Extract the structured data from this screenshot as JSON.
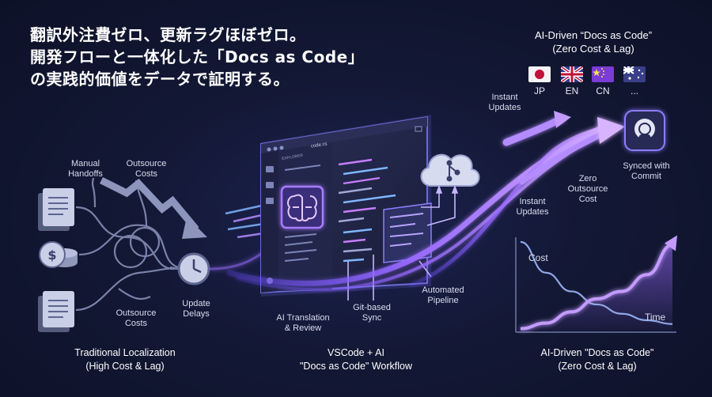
{
  "headline": {
    "line1": "翻訳外注費ゼロ、更新ラグほぼゼロ。",
    "line2": "開発フローと一体化した「Docs as Code」",
    "line3": "の実践的価値をデータで証明する。"
  },
  "left": {
    "manual_handoffs": [
      "Manual",
      "Handoffs"
    ],
    "outsource_costs_top": [
      "Outsource",
      "Costs"
    ],
    "outsource_costs_bottom": [
      "Outsource",
      "Costs"
    ],
    "update_delays": [
      "Update",
      "Delays"
    ],
    "caption": [
      "Traditional Localization",
      "(High Cost & Lag)"
    ]
  },
  "middle": {
    "editor_tab": "code.cs",
    "explorer": "EXPLORER",
    "ai_translation": [
      "AI Translation",
      "& Review"
    ],
    "git_sync": [
      "Git-based",
      "Sync"
    ],
    "automated_pipeline": [
      "Automated",
      "Pipeline"
    ],
    "caption": [
      "VSCode + AI",
      "\"Docs as Code\" Workflow"
    ]
  },
  "right": {
    "top_title": [
      "AI-Driven “Docs as Code”",
      "(Zero Cost & Lag)"
    ],
    "languages": [
      "JP",
      "EN",
      "CN",
      "..."
    ],
    "instant_updates_top": [
      "Instant",
      "Updates"
    ],
    "instant_updates_mid": [
      "Instant",
      "Updates"
    ],
    "zero_outsource_cost": [
      "Zero",
      "Outsource",
      "Cost"
    ],
    "synced_with_commit": [
      "Synced with",
      "Commit"
    ],
    "caption": [
      "AI-Driven \"Docs as Code\"",
      "(Zero Cost & Lag)"
    ]
  },
  "chart_data": {
    "type": "line",
    "title": "",
    "xlabel": "Time",
    "ylabel": "Cost",
    "series": [
      {
        "values": [
          0.95,
          0.62,
          0.42,
          0.28,
          0.18,
          0.11,
          0.07
        ]
      },
      {
        "values": [
          0.02,
          0.08,
          0.2,
          0.34,
          0.42,
          0.6,
          0.92
        ]
      }
    ],
    "x": [
      0,
      1,
      2,
      3,
      4,
      5,
      6
    ],
    "ylim": [
      0,
      1
    ]
  },
  "colors": {
    "accent_purple": "#9b6cff",
    "glow_purple": "#c39bff",
    "line_blue": "#8fa7e6",
    "bg": "#131835"
  }
}
